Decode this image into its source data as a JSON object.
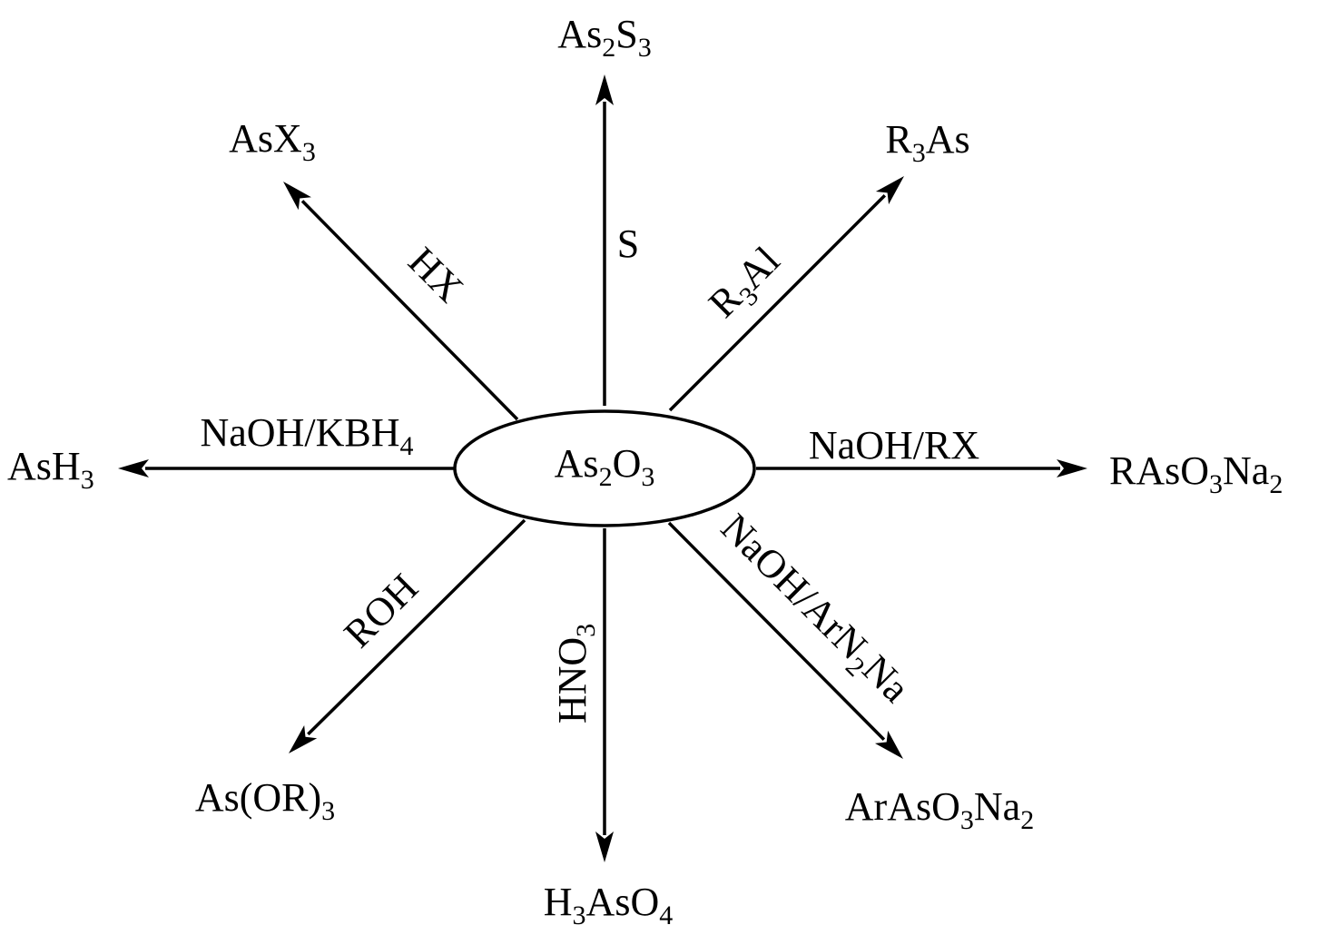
{
  "center": {
    "compound": [
      {
        "t": "As"
      },
      {
        "t": "2",
        "sub": true
      },
      {
        "t": "O"
      },
      {
        "t": "3",
        "sub": true
      }
    ]
  },
  "reactions": [
    {
      "id": "up",
      "reagent": [
        {
          "t": "S"
        }
      ],
      "product": [
        {
          "t": "As"
        },
        {
          "t": "2",
          "sub": true
        },
        {
          "t": "S"
        },
        {
          "t": "3",
          "sub": true
        }
      ]
    },
    {
      "id": "up-right",
      "reagent": [
        {
          "t": "R"
        },
        {
          "t": "3",
          "sub": true
        },
        {
          "t": "Al"
        }
      ],
      "product": [
        {
          "t": "R"
        },
        {
          "t": "3",
          "sub": true
        },
        {
          "t": "As"
        }
      ]
    },
    {
      "id": "right",
      "reagent": [
        {
          "t": "NaOH/RX"
        }
      ],
      "product": [
        {
          "t": "RAsO"
        },
        {
          "t": "3",
          "sub": true
        },
        {
          "t": "Na"
        },
        {
          "t": "2",
          "sub": true
        }
      ]
    },
    {
      "id": "down-right",
      "reagent": [
        {
          "t": "NaOH/ArN"
        },
        {
          "t": "2",
          "sub": true
        },
        {
          "t": "Na"
        }
      ],
      "product": [
        {
          "t": "ArAsO"
        },
        {
          "t": "3",
          "sub": true
        },
        {
          "t": "Na"
        },
        {
          "t": "2",
          "sub": true
        }
      ]
    },
    {
      "id": "down",
      "reagent": [
        {
          "t": "HNO"
        },
        {
          "t": "3",
          "sub": true
        }
      ],
      "product": [
        {
          "t": "H"
        },
        {
          "t": "3",
          "sub": true
        },
        {
          "t": "AsO"
        },
        {
          "t": "4",
          "sub": true
        }
      ]
    },
    {
      "id": "down-left",
      "reagent": [
        {
          "t": "ROH"
        }
      ],
      "product": [
        {
          "t": "As(OR)"
        },
        {
          "t": "3",
          "sub": true
        }
      ]
    },
    {
      "id": "left",
      "reagent": [
        {
          "t": "NaOH/KBH"
        },
        {
          "t": "4",
          "sub": true
        }
      ],
      "product": [
        {
          "t": "AsH"
        },
        {
          "t": "3",
          "sub": true
        }
      ]
    },
    {
      "id": "up-left",
      "reagent": [
        {
          "t": "HX"
        }
      ],
      "product": [
        {
          "t": "AsX"
        },
        {
          "t": "3",
          "sub": true
        }
      ]
    }
  ]
}
